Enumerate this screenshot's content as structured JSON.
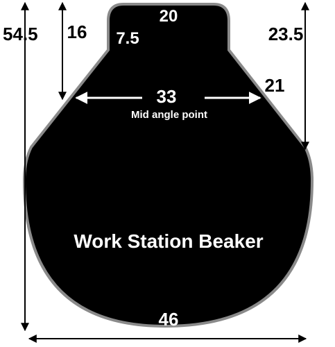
{
  "diagram": {
    "title": "Work Station Beaker",
    "center_label": "Mid angle point",
    "colors": {
      "shape_fill": "#000000",
      "shape_outline": "#8a8a8a",
      "arrow": "#000000",
      "text_on_shape": "#ffffff",
      "text_on_bg": "#000000"
    },
    "dimensions": {
      "total_height": "54.5",
      "neck_height": "16",
      "top_width": "20",
      "neck_offset": "7.5",
      "mid_width": "33",
      "shoulder_side": "21",
      "right_height": "23.5",
      "bottom_width": "46"
    }
  }
}
